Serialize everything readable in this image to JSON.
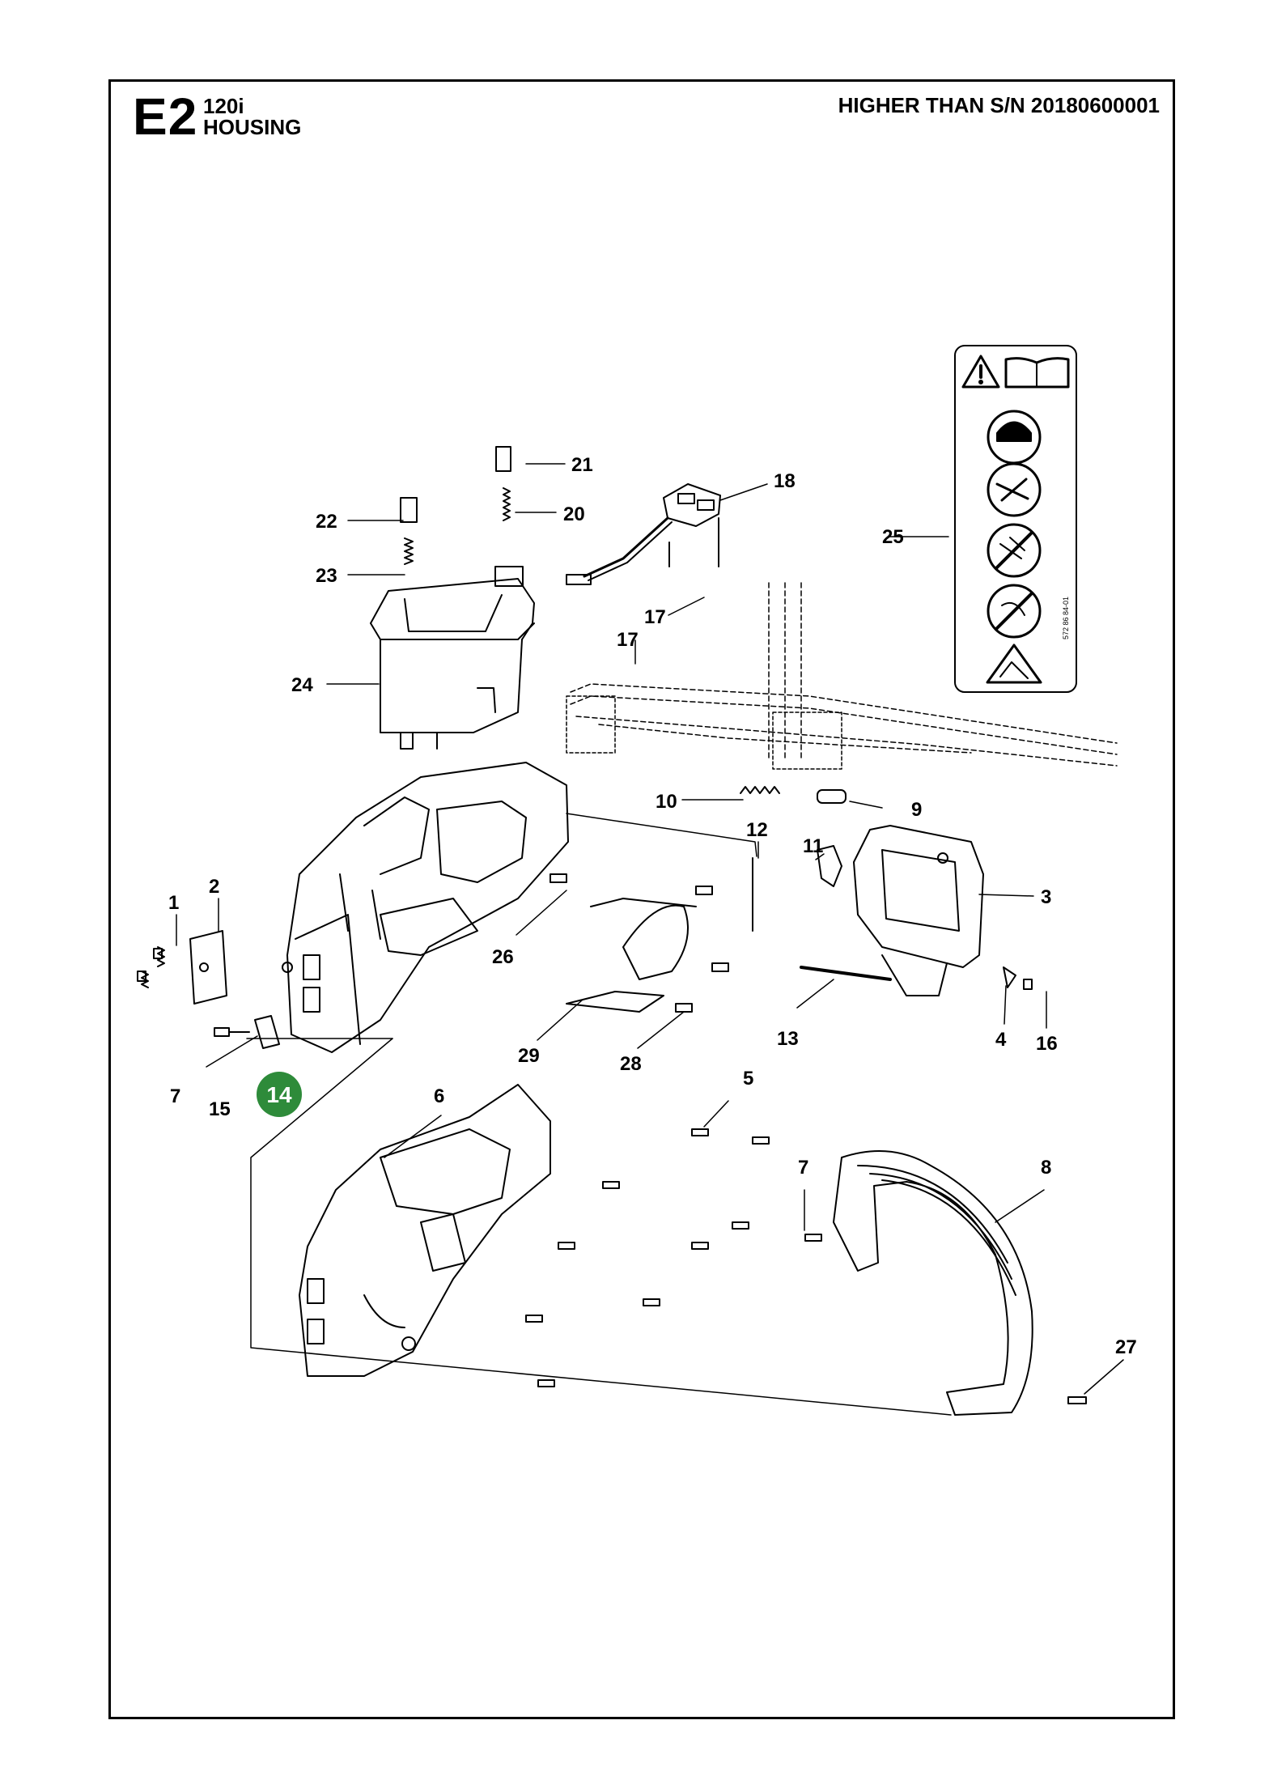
{
  "header": {
    "code": "E2",
    "model": "120i",
    "section": "HOUSING",
    "serial": "HIGHER THAN S/N 20180600001"
  },
  "callouts": {
    "c1": "1",
    "c2": "2",
    "c3": "3",
    "c4": "4",
    "c5": "5",
    "c6": "6",
    "c7a": "7",
    "c7b": "7",
    "c8": "8",
    "c9": "9",
    "c10": "10",
    "c11": "11",
    "c12": "12",
    "c13": "13",
    "c14": "14",
    "c15": "15",
    "c16": "16",
    "c17a": "17",
    "c17b": "17",
    "c18": "18",
    "c20": "20",
    "c21": "21",
    "c22": "22",
    "c23": "23",
    "c24": "24",
    "c25": "25",
    "c26": "26",
    "c27": "27",
    "c28": "28",
    "c29": "29"
  },
  "decal_code": "572 86 84-01",
  "colors": {
    "highlight": "#2e8b3a",
    "line": "#000000"
  }
}
